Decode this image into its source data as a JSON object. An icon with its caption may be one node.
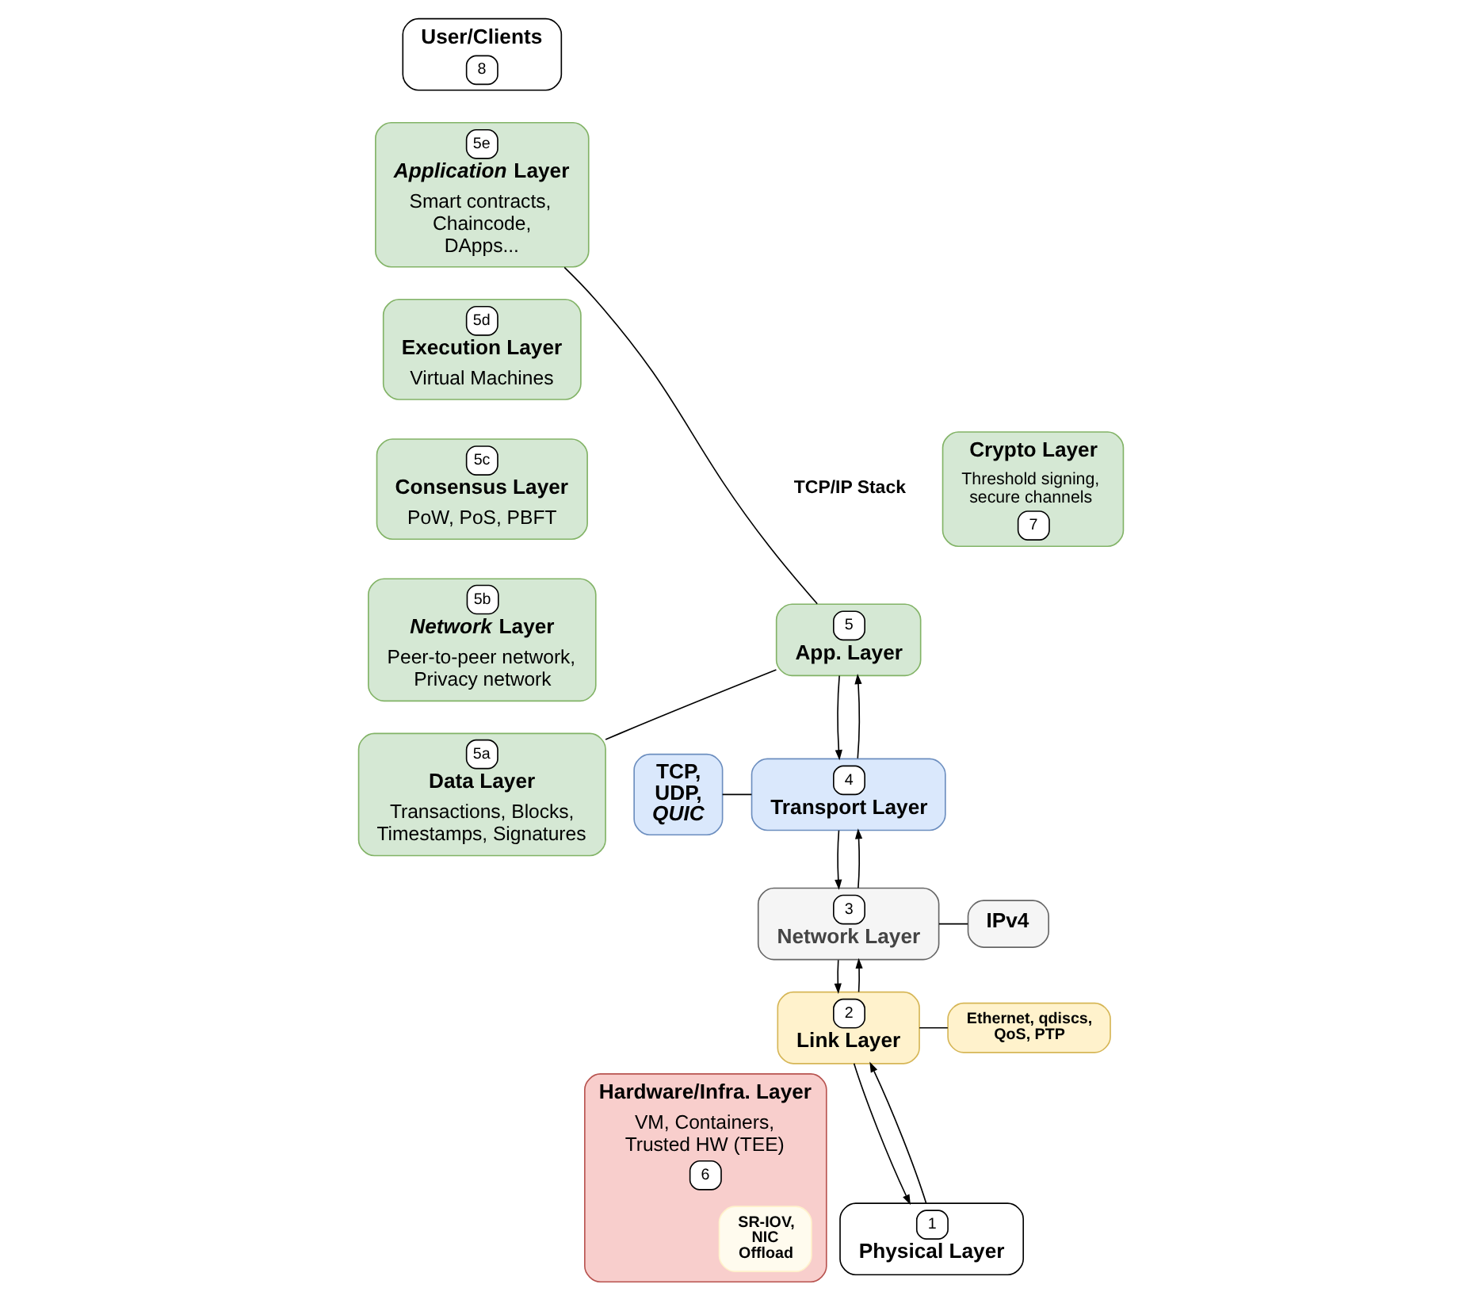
{
  "diagram": {
    "nodes": [
      {
        "text": [
          "User/Clients",
          "8"
        ]
      },
      {
        "text": [
          "5e",
          "*Application* Layer",
          "Smart contracts, Chaincode, DApps..."
        ]
      },
      {
        "text": [
          "5d",
          "Execution Layer",
          "Virtual Machines"
        ]
      },
      {
        "text": [
          "5c",
          "Consensus Layer",
          "PoW, PoS, PBFT"
        ]
      },
      {
        "text": [
          "Crypto Layer",
          "Threshold signing, secure channels",
          "7"
        ]
      },
      {
        "text": [
          "5b",
          "*Network* Layer",
          "Peer-to-peer network, Privacy network"
        ]
      },
      {
        "text": [
          "5a",
          "Data Layer",
          "Transactions, Blocks, Timestamps, Signatures"
        ]
      },
      {
        "text": [
          "5",
          "App. Layer"
        ]
      },
      {
        "text": [
          "TCP, UDP, *QUIC*"
        ]
      },
      {
        "text": [
          "4",
          "Transport Layer"
        ]
      },
      {
        "text": [
          "3",
          "Network Layer"
        ]
      },
      {
        "text": [
          "IPv4"
        ]
      },
      {
        "text": [
          "2",
          "Link Layer"
        ]
      },
      {
        "text": [
          "Ethernet, qdiscs, QoS, PTP"
        ]
      },
      {
        "text": [
          "Hardware/Infra. Layer",
          "VM, Containers, Trusted HW (TEE)",
          "6"
        ]
      },
      {
        "text": [
          "SR-IOV, NIC Offload"
        ],
        "in": 14
      },
      {
        "text": [
          "1",
          "Physical Layer"
        ]
      }
    ],
    "edges": [
      {
        "from": 7,
        "to": 1,
        "arrow": "none"
      },
      {
        "from": 7,
        "to": 6,
        "arrow": "none"
      },
      {
        "from": 7,
        "to": 9,
        "arrow": "to"
      },
      {
        "from": 9,
        "to": 7,
        "arrow": "to"
      },
      {
        "from": 8,
        "to": 9,
        "arrow": "none"
      },
      {
        "from": 9,
        "to": 10,
        "arrow": "to"
      },
      {
        "from": 10,
        "to": 9,
        "arrow": "to"
      },
      {
        "from": 10,
        "to": 11,
        "arrow": "none"
      },
      {
        "from": 10,
        "to": 12,
        "arrow": "to"
      },
      {
        "from": 12,
        "to": 10,
        "arrow": "to"
      },
      {
        "from": 12,
        "to": 13,
        "arrow": "none"
      },
      {
        "from": 12,
        "to": 16,
        "arrow": "to"
      },
      {
        "from": 16,
        "to": 12,
        "arrow": "to"
      }
    ],
    "labels": [
      "TCP/IP Stack"
    ]
  }
}
